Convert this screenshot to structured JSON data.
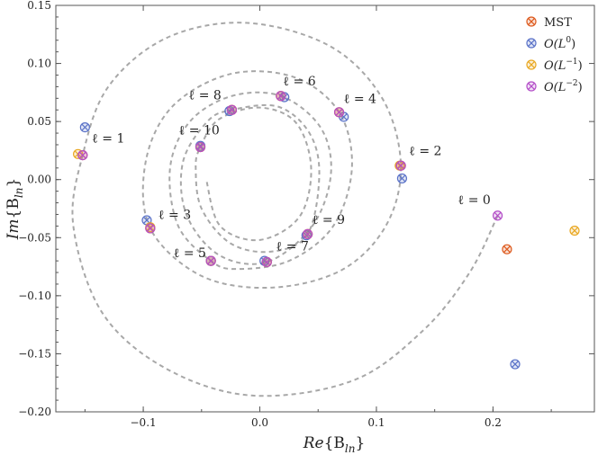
{
  "chart_data": {
    "type": "scatter",
    "title": "",
    "xlabel": "Re{B_ln}",
    "ylabel": "Im{B_ln}",
    "xlabel_parts": {
      "main": "Re",
      "open": "{B",
      "sub": "ln",
      "close": "}"
    },
    "ylabel_parts": {
      "main": "Im",
      "open": "{B",
      "sub": "ln",
      "close": "}"
    },
    "xlim": [
      -0.175,
      0.287
    ],
    "ylim": [
      -0.2,
      0.15
    ],
    "xticks": [
      -0.1,
      0.0,
      0.1,
      0.2
    ],
    "xtick_labels": [
      "−0.1",
      "0.0",
      "0.1",
      "0.2"
    ],
    "yticks": [
      -0.2,
      -0.15,
      -0.1,
      -0.05,
      0.0,
      0.05,
      0.1,
      0.15
    ],
    "ytick_labels": [
      "−0.20",
      "−0.15",
      "−0.10",
      "−0.05",
      "0.00",
      "0.05",
      "0.10",
      "0.15"
    ],
    "grid": false,
    "legend_position": "top-right",
    "series": [
      {
        "name": "MST",
        "color": "#dd5a1e",
        "points": [
          {
            "l": 0,
            "x": 0.212,
            "y": -0.06
          },
          {
            "l": 1,
            "x": -0.152,
            "y": 0.021
          },
          {
            "l": 2,
            "x": 0.121,
            "y": 0.012
          },
          {
            "l": 3,
            "x": -0.094,
            "y": -0.042
          },
          {
            "l": 4,
            "x": 0.068,
            "y": 0.058
          },
          {
            "l": 5,
            "x": -0.042,
            "y": -0.07
          },
          {
            "l": 6,
            "x": 0.018,
            "y": 0.072
          },
          {
            "l": 7,
            "x": 0.006,
            "y": -0.071
          },
          {
            "l": 8,
            "x": -0.024,
            "y": 0.06
          },
          {
            "l": 9,
            "x": 0.041,
            "y": -0.047
          },
          {
            "l": 10,
            "x": -0.051,
            "y": 0.028
          }
        ]
      },
      {
        "name": "O(L^0)",
        "color": "#5a72c8",
        "points": [
          {
            "l": 0,
            "x": 0.219,
            "y": -0.159
          },
          {
            "l": 1,
            "x": -0.15,
            "y": 0.045
          },
          {
            "l": 2,
            "x": 0.122,
            "y": 0.001
          },
          {
            "l": 3,
            "x": -0.097,
            "y": -0.035
          },
          {
            "l": 4,
            "x": 0.072,
            "y": 0.054
          },
          {
            "l": 5,
            "x": -0.042,
            "y": -0.07
          },
          {
            "l": 6,
            "x": 0.021,
            "y": 0.071
          },
          {
            "l": 7,
            "x": 0.004,
            "y": -0.07
          },
          {
            "l": 8,
            "x": -0.026,
            "y": 0.059
          },
          {
            "l": 9,
            "x": 0.04,
            "y": -0.048
          },
          {
            "l": 10,
            "x": -0.051,
            "y": 0.029
          }
        ]
      },
      {
        "name": "O(L^-1)",
        "color": "#e9a823",
        "points": [
          {
            "l": 0,
            "x": 0.27,
            "y": -0.044
          },
          {
            "l": 1,
            "x": -0.156,
            "y": 0.022
          },
          {
            "l": 2,
            "x": 0.12,
            "y": 0.012
          },
          {
            "l": 3,
            "x": -0.094,
            "y": -0.041
          },
          {
            "l": 4,
            "x": 0.068,
            "y": 0.058
          },
          {
            "l": 5,
            "x": -0.042,
            "y": -0.07
          },
          {
            "l": 6,
            "x": 0.018,
            "y": 0.072
          },
          {
            "l": 7,
            "x": 0.006,
            "y": -0.071
          },
          {
            "l": 8,
            "x": -0.024,
            "y": 0.06
          },
          {
            "l": 9,
            "x": 0.041,
            "y": -0.047
          },
          {
            "l": 10,
            "x": -0.051,
            "y": 0.028
          }
        ]
      },
      {
        "name": "O(L^-2)",
        "color": "#b44fc8",
        "points": [
          {
            "l": 0,
            "x": 0.204,
            "y": -0.031
          },
          {
            "l": 1,
            "x": -0.152,
            "y": 0.021
          },
          {
            "l": 2,
            "x": 0.121,
            "y": 0.012
          },
          {
            "l": 3,
            "x": -0.094,
            "y": -0.042
          },
          {
            "l": 4,
            "x": 0.068,
            "y": 0.058
          },
          {
            "l": 5,
            "x": -0.042,
            "y": -0.07
          },
          {
            "l": 6,
            "x": 0.018,
            "y": 0.072
          },
          {
            "l": 7,
            "x": 0.006,
            "y": -0.071
          },
          {
            "l": 8,
            "x": -0.024,
            "y": 0.06
          },
          {
            "l": 9,
            "x": 0.041,
            "y": -0.047
          },
          {
            "l": 10,
            "x": -0.051,
            "y": 0.028
          }
        ]
      }
    ],
    "legend": [
      {
        "main": "MST",
        "sup": "",
        "color": "#dd5a1e"
      },
      {
        "main": "O(L",
        "sup": "0",
        "tail": ")",
        "color": "#5a72c8"
      },
      {
        "main": "O(L",
        "sup": "−1",
        "tail": ")",
        "color": "#e9a823"
      },
      {
        "main": "O(L",
        "sup": "−2",
        "tail": ")",
        "color": "#b44fc8"
      }
    ],
    "point_labels": [
      {
        "text": "ℓ = 0",
        "x": 0.184,
        "y": -0.021
      },
      {
        "text": "ℓ = 1",
        "x": -0.13,
        "y": 0.032
      },
      {
        "text": "ℓ = 2",
        "x": 0.142,
        "y": 0.021
      },
      {
        "text": "ℓ = 3",
        "x": -0.073,
        "y": -0.034
      },
      {
        "text": "ℓ = 4",
        "x": 0.086,
        "y": 0.066
      },
      {
        "text": "ℓ = 5",
        "x": -0.06,
        "y": -0.067
      },
      {
        "text": "ℓ = 6",
        "x": 0.034,
        "y": 0.081
      },
      {
        "text": "ℓ = 7",
        "x": 0.028,
        "y": -0.061
      },
      {
        "text": "ℓ = 8",
        "x": -0.047,
        "y": 0.069
      },
      {
        "text": "ℓ = 9",
        "x": 0.059,
        "y": -0.038
      },
      {
        "text": "ℓ = 10",
        "x": -0.052,
        "y": 0.039
      }
    ],
    "spiral_path": [
      [
        0.204,
        -0.031
      ],
      [
        0.18,
        -0.08
      ],
      [
        0.14,
        -0.13
      ],
      [
        0.08,
        -0.173
      ],
      [
        -0.006,
        -0.186
      ],
      [
        -0.08,
        -0.163
      ],
      [
        -0.135,
        -0.115
      ],
      [
        -0.16,
        -0.04
      ],
      [
        -0.152,
        0.021
      ],
      [
        -0.13,
        0.08
      ],
      [
        -0.08,
        0.122
      ],
      [
        -0.012,
        0.135
      ],
      [
        0.06,
        0.115
      ],
      [
        0.105,
        0.07
      ],
      [
        0.121,
        0.012
      ],
      [
        0.108,
        -0.04
      ],
      [
        0.07,
        -0.078
      ],
      [
        0.01,
        -0.093
      ],
      [
        -0.05,
        -0.083
      ],
      [
        -0.094,
        -0.042
      ],
      [
        -0.098,
        0.015
      ],
      [
        -0.075,
        0.063
      ],
      [
        -0.025,
        0.091
      ],
      [
        0.03,
        0.088
      ],
      [
        0.068,
        0.058
      ],
      [
        0.079,
        0.01
      ],
      [
        0.063,
        -0.04
      ],
      [
        0.025,
        -0.07
      ],
      [
        -0.02,
        -0.077
      ],
      [
        -0.042,
        -0.07
      ],
      [
        -0.07,
        -0.04
      ],
      [
        -0.077,
        0.01
      ],
      [
        -0.06,
        0.05
      ],
      [
        -0.024,
        0.072
      ],
      [
        0.018,
        0.072
      ],
      [
        0.052,
        0.045
      ],
      [
        0.061,
        0.005
      ],
      [
        0.045,
        -0.04
      ],
      [
        0.006,
        -0.071
      ],
      [
        -0.035,
        -0.065
      ],
      [
        -0.063,
        -0.03
      ],
      [
        -0.066,
        0.015
      ],
      [
        -0.045,
        0.05
      ],
      [
        -0.024,
        0.06
      ],
      [
        0.015,
        0.063
      ],
      [
        0.042,
        0.041
      ],
      [
        0.051,
        0.005
      ],
      [
        0.041,
        -0.047
      ],
      [
        0.01,
        -0.062
      ],
      [
        -0.025,
        -0.055
      ],
      [
        -0.05,
        -0.025
      ],
      [
        -0.055,
        0.01
      ],
      [
        -0.051,
        0.028
      ],
      [
        -0.035,
        0.052
      ],
      [
        0.0,
        0.062
      ],
      [
        0.031,
        0.049
      ],
      [
        0.044,
        0.01
      ],
      [
        0.034,
        -0.032
      ],
      [
        0.0,
        -0.052
      ],
      [
        -0.034,
        -0.04
      ],
      [
        -0.046,
        0.0
      ]
    ]
  }
}
